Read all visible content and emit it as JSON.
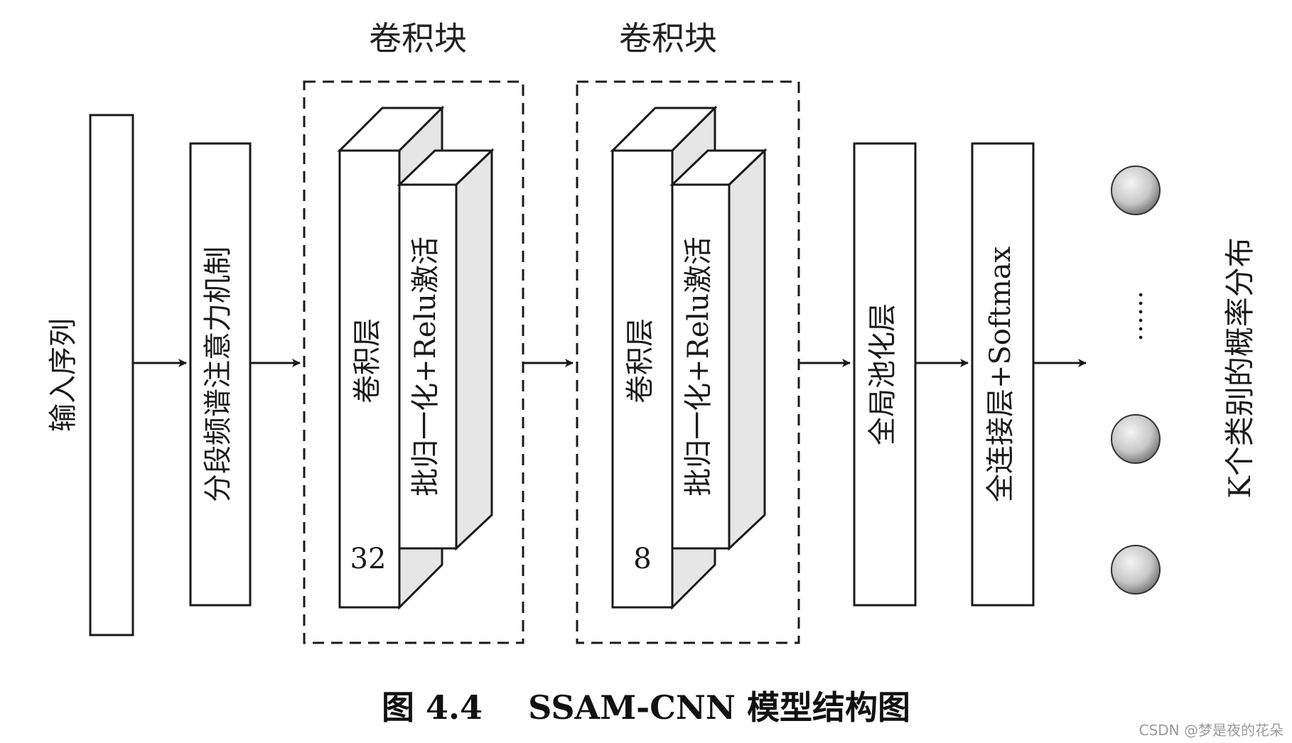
{
  "blocks": {
    "block1_title": "卷积块",
    "block2_title": "卷积块"
  },
  "labels": {
    "input": "输入序列",
    "attention": "分段频谱注意力机制",
    "conv1": "卷积层",
    "bn1": "批归一化+Relu激活",
    "conv1_count": "32",
    "conv2": "卷积层",
    "bn2": "批归一化+Relu激活",
    "conv2_count": "8",
    "gap": "全局池化层",
    "fc": "全连接层+Softmax",
    "dots": "……",
    "output": "K个类别的概率分布"
  },
  "caption": {
    "figure_no": "图 4.4",
    "title": "SSAM-CNN 模型结构图"
  },
  "watermark": "CSDN @梦是夜的花朵",
  "colors": {
    "stroke": "#1a1a1a",
    "face": "#ffffff",
    "side": "#e6e6e6",
    "node_light": "#f2f2f2",
    "node_dark": "#7a7a7a"
  }
}
